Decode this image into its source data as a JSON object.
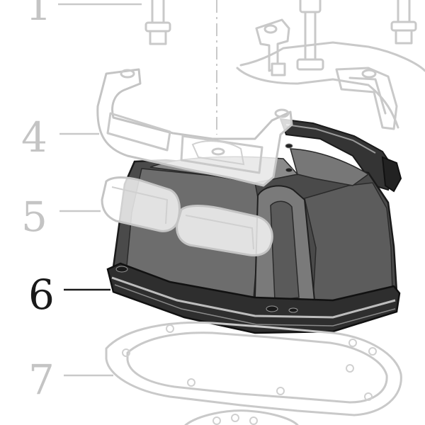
{
  "diagram": {
    "parts": [
      {
        "number": "1",
        "state": "faded"
      },
      {
        "number": "4",
        "state": "faded"
      },
      {
        "number": "5",
        "state": "faded"
      },
      {
        "number": "6",
        "state": "highlighted"
      },
      {
        "number": "7",
        "state": "faded"
      }
    ]
  },
  "colors": {
    "highlight_label": "#1a1a1a",
    "faded_label": "#c4c4c4",
    "housing_body": "#6d6d6d",
    "housing_dark": "#3b3b3b"
  }
}
